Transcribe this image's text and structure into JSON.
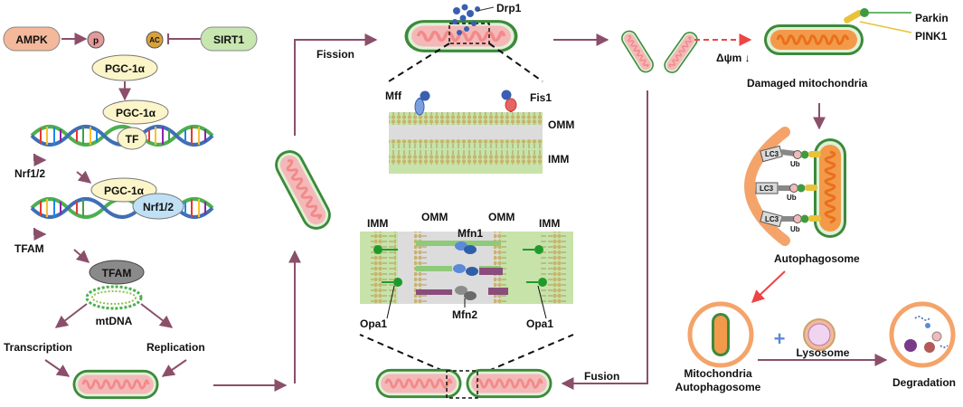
{
  "colors": {
    "arrow": "#8b4f6a",
    "mito_outer": "#3c8a3c",
    "mito_fill": "#f4b8b8",
    "mito_cristae": "#f28a8a",
    "damaged_fill": "#f39a4a",
    "autophagosome": "#f4a46a",
    "membrane_green": "#c7e3a9",
    "membrane_gray": "#cfcfcf",
    "drp1_blue": "#3a5fb0",
    "fis1_red": "#d6332f",
    "mfn1_blue": "#5a8ad8",
    "mfn2_gray": "#8c8c8c",
    "opa1_green": "#1f9a2a",
    "parkin_green": "#3f9b3f",
    "pink1_yellow": "#e8c23a",
    "damage_arrow_red": "#ef4444"
  },
  "biogenesis": {
    "ampk": "AMPK",
    "p_badge": "p",
    "ac_badge": "AC",
    "sirt1": "SIRT1",
    "pgc1a_top": "PGC-1α",
    "pgc1a_dna": "PGC-1α",
    "tf": "TF",
    "nrf12_label": "Nrf1/2",
    "pgc1a_nrf": "PGC-1α",
    "nrf12_box": "Nrf1/2",
    "tfam_label": "TFAM",
    "tfam_box": "TFAM",
    "mtdna": "mtDNA",
    "transcription": "Transcription",
    "replication": "Replication"
  },
  "fission": {
    "label": "Fission",
    "drp1": "Drp1",
    "mff": "Mff",
    "fis1": "Fis1",
    "omm": "OMM",
    "imm": "IMM"
  },
  "fusion": {
    "label": "Fusion",
    "imm_left": "IMM",
    "omm_left": "OMM",
    "mfn1": "Mfn1",
    "omm_right": "OMM",
    "imm_right": "IMM",
    "opa1_left": "Opa1",
    "mfn2": "Mfn2",
    "opa1_right": "Opa1"
  },
  "mitophagy": {
    "parkin": "Parkin",
    "pink1": "PINK1",
    "delta_psi": "Δψm ↓",
    "damaged": "Damaged mitochondria",
    "lc3_1": "LC3",
    "lc3_2": "LC3",
    "lc3_3": "LC3",
    "ub_1": "Ub",
    "ub_2": "Ub",
    "ub_3": "Ub",
    "autophagosome": "Autophagosome",
    "plus": "+",
    "lysosome": "Lysosome",
    "mito_auto_line1": "Mitochondria",
    "mito_auto_line2": "Autophagosome",
    "degradation": "Degradation"
  }
}
